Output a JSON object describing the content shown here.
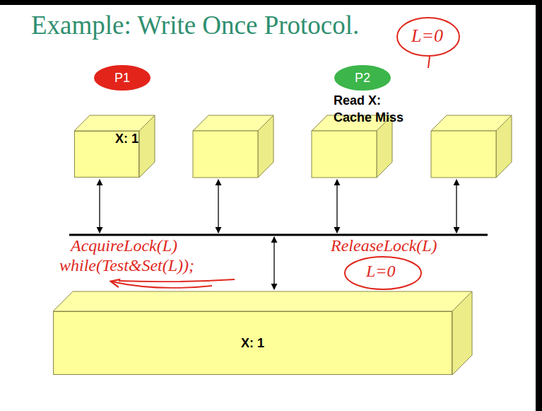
{
  "diagram": {
    "title": "Example: Write Once Protocol.",
    "nodes": [
      {
        "text": [
          "P1"
        ]
      },
      {
        "text": [
          "P2"
        ]
      },
      {
        "text": [
          "X: 1"
        ]
      },
      {
        "text": [
          "X: 1"
        ]
      }
    ],
    "labels": [
      "L=0",
      "Read X: Cache Miss",
      "AcquireLock(L)",
      "while(Test&Set(L));",
      "ReleaseLock(L)",
      "L=0"
    ]
  }
}
